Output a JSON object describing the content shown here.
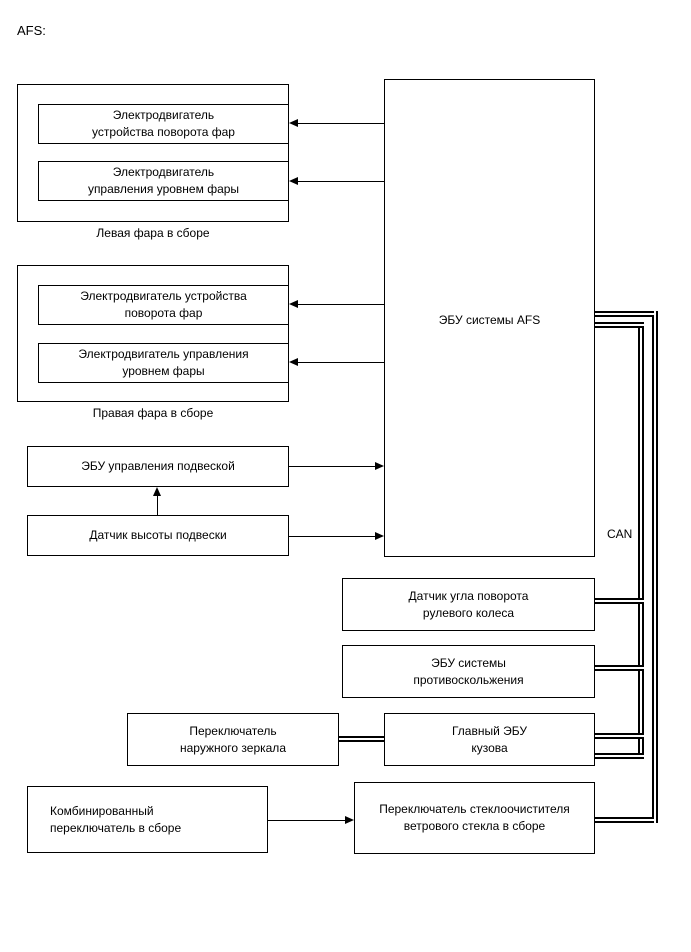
{
  "diagram": {
    "title": "AFS:",
    "system_label": "ЭБУ системы AFS",
    "bus_label": "CAN"
  },
  "left_headlamp": {
    "caption": "Левая фара в сборе",
    "items": [
      {
        "label": "Электродвигатель\nустройства поворота фар"
      },
      {
        "label": "Электродвигатель\nуправления уровнем фары"
      }
    ]
  },
  "right_headlamp": {
    "caption": "Правая фара в сборе",
    "items": [
      {
        "label": "Электродвигатель устройства\nповорота фар"
      },
      {
        "label": "Электродвигатель управления\nуровнем фары"
      }
    ]
  },
  "suspension": {
    "ecu_label": "ЭБУ управления подвеской",
    "sensor_label": "Датчик высоты подвески"
  },
  "can_nodes": [
    {
      "label": "Датчик угла поворота\nрулевого колеса"
    },
    {
      "label": "ЭБУ системы\nпротивоскольжения"
    },
    {
      "label": "Главный ЭБУ\nкузова"
    },
    {
      "label": "Переключатель стеклоочистителя\nветрового стекла в сборе"
    }
  ],
  "switches": {
    "mirror_label": "Переключатель\nнаружного зеркала",
    "combination_label": "Комбинированный\nпереключатель в сборе"
  },
  "colors": {
    "line": "#000000",
    "background": "#ffffff"
  }
}
